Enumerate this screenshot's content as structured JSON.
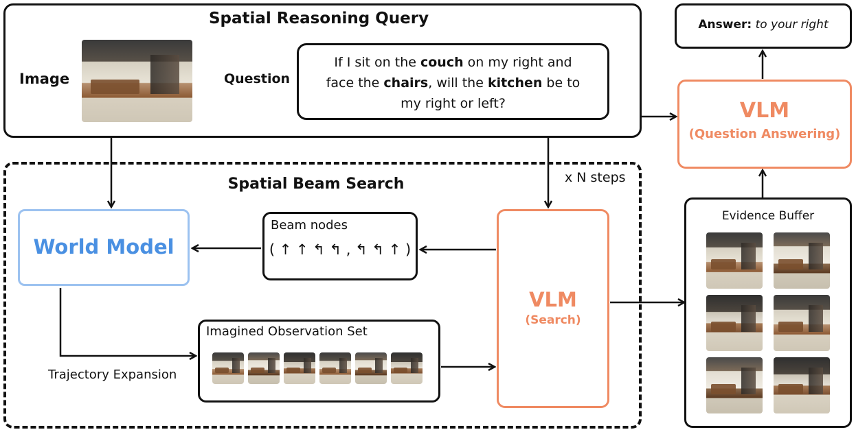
{
  "query": {
    "title": "Spatial Reasoning Query",
    "image_label": "Image",
    "question_label": "Question",
    "question": {
      "line1_pre": "If I sit on the ",
      "line1_bold": "couch",
      "line1_post": " on my right and",
      "line2_pre": "face the ",
      "line2_bold1": "chairs",
      "line2_mid": ", will the ",
      "line2_bold2": "kitchen",
      "line2_post": " be to",
      "line3": "my right or left?"
    }
  },
  "answer": {
    "label": "Answer:",
    "value": "to your right"
  },
  "vlm_qa": {
    "title": "VLM",
    "subtitle": "(Question Answering)"
  },
  "beam_search": {
    "title": "Spatial Beam Search",
    "steps": "x N steps",
    "world_model": "World Model",
    "beam_nodes": {
      "label": "Beam nodes",
      "sequence": "( ↑ ↑ ↰ ↰ , ↰ ↰ ↑ )"
    },
    "imagined": {
      "label": "Imagined Observation Set"
    },
    "trajectory": "Trajectory Expansion",
    "vlm_search": {
      "title": "VLM",
      "subtitle": "(Search)"
    }
  },
  "evidence": {
    "title": "Evidence Buffer"
  },
  "colors": {
    "accent_orange": "#ef8a62",
    "accent_blue": "#4a90e2",
    "border": "#111111"
  },
  "icons": [
    "arrow-up-icon",
    "turn-left-icon"
  ]
}
